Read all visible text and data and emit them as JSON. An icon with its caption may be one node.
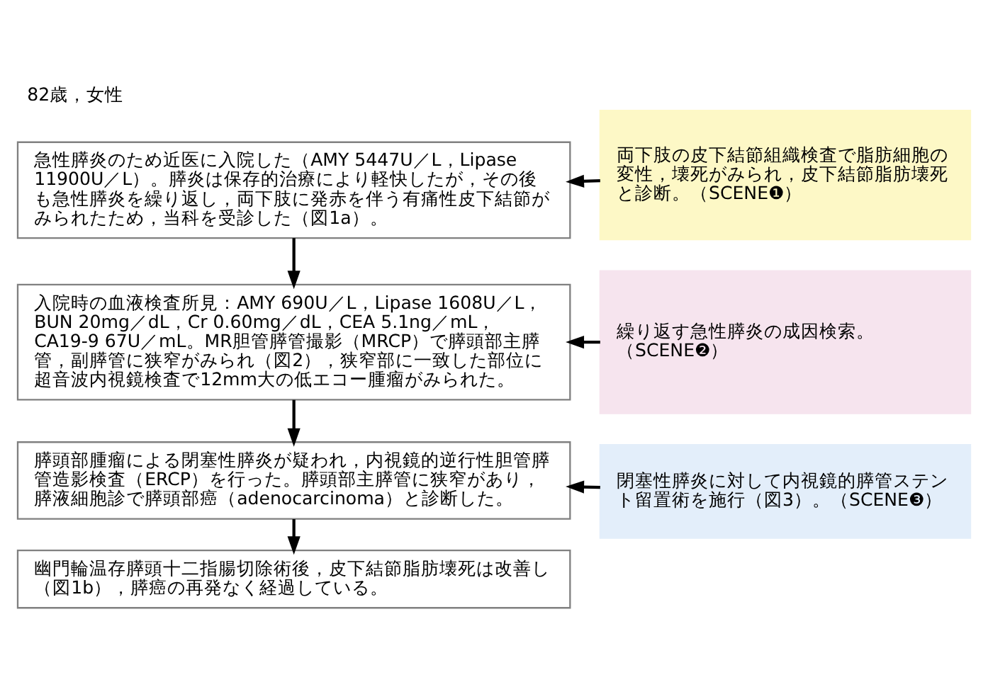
{
  "diagram": {
    "title": "82歳，女性",
    "nodes": [
      {
        "text": [
          "急性膵炎のため近医に入院した（AMY 5447U／L，Lipase 11900U／L）。膵炎は保存的治療により軽快したが，その後も急性膵炎を繰り返し，両下肢に発赤を伴う有痛性皮下結節がみられたため，当科を受診した（図1a）。"
        ]
      },
      {
        "text": [
          "両下肢の皮下結節組織検査で脂肪細胞の変性，壊死がみられ，皮下結節脂肪壊死と診断。（SCENE❶）"
        ]
      },
      {
        "text": [
          "入院時の血液検査所見：AMY 690U／L，Lipase 1608U／L，BUN 20mg／dL，Cr 0.60mg／dL，CEA 5.1ng／mL，CA19-9 67U／mL。MR胆管膵管撮影（MRCP）で膵頭部主膵管，副膵管に狭窄がみられ（図2），狭窄部に一致した部位に超音波内視鏡検査で12mm大の低エコー腫瘤がみられた。"
        ]
      },
      {
        "text": [
          "繰り返す急性膵炎の成因検索。（SCENE❷）"
        ]
      },
      {
        "text": [
          "膵頭部腫瘤による閉塞性膵炎が疑われ，内視鏡的逆行性胆管膵管造影検査（ERCP）を行った。膵頭部主膵管に狭窄があり，膵液細胞診で膵頭部癌（adenocarcinoma）と診断した。"
        ]
      },
      {
        "text": [
          "閉塞性膵炎に対して内視鏡的膵管ステント留置術を施行（図3）。（SCENE❸）"
        ]
      },
      {
        "text": [
          "幽門輪温存膵頭十二指腸切除術後，皮下結節脂肪壊死は改善し（図1b），膵癌の再発なく経過している。"
        ]
      }
    ],
    "edges": [
      {
        "from": 1,
        "to": 0,
        "arrow": "to"
      },
      {
        "from": 0,
        "to": 2,
        "arrow": "to"
      },
      {
        "from": 3,
        "to": 2,
        "arrow": "to"
      },
      {
        "from": 2,
        "to": 4,
        "arrow": "to"
      },
      {
        "from": 5,
        "to": 4,
        "arrow": "to"
      },
      {
        "from": 4,
        "to": 6,
        "arrow": "to"
      }
    ]
  }
}
